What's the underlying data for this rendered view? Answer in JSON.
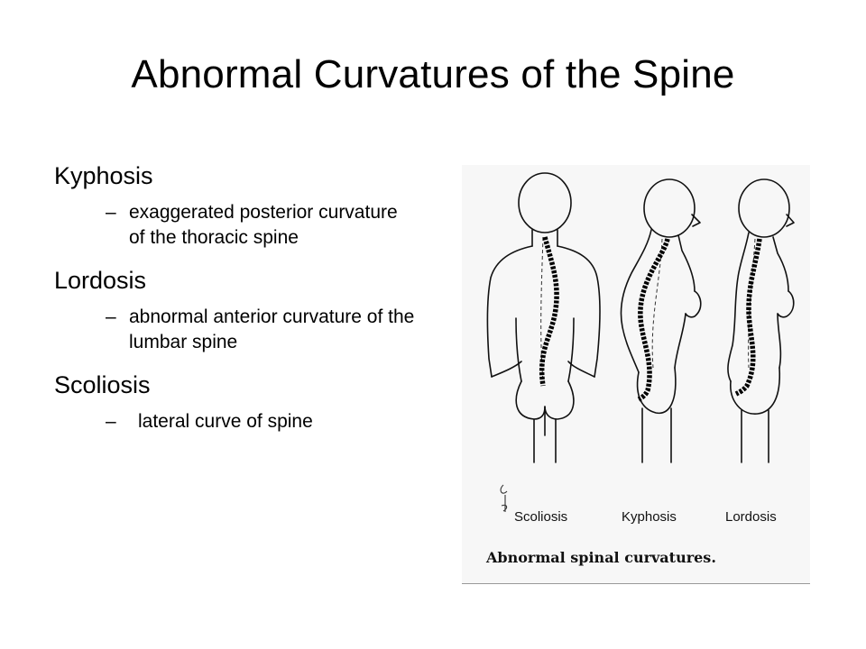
{
  "title": "Abnormal Curvatures of the Spine",
  "bullets": [
    {
      "term": "Kyphosis",
      "dash": "–",
      "description": "exaggerated posterior curvature of the thoracic spine"
    },
    {
      "term": "Lordosis",
      "dash": "–",
      "description": "abnormal anterior curvature of the lumbar spine"
    },
    {
      "term": "Scoliosis",
      "dash": "–",
      "description": "lateral curve of spine"
    }
  ],
  "figure": {
    "labels": [
      "Scoliosis",
      "Kyphosis",
      "Lordosis"
    ],
    "caption": "Abnormal spinal curvatures."
  }
}
